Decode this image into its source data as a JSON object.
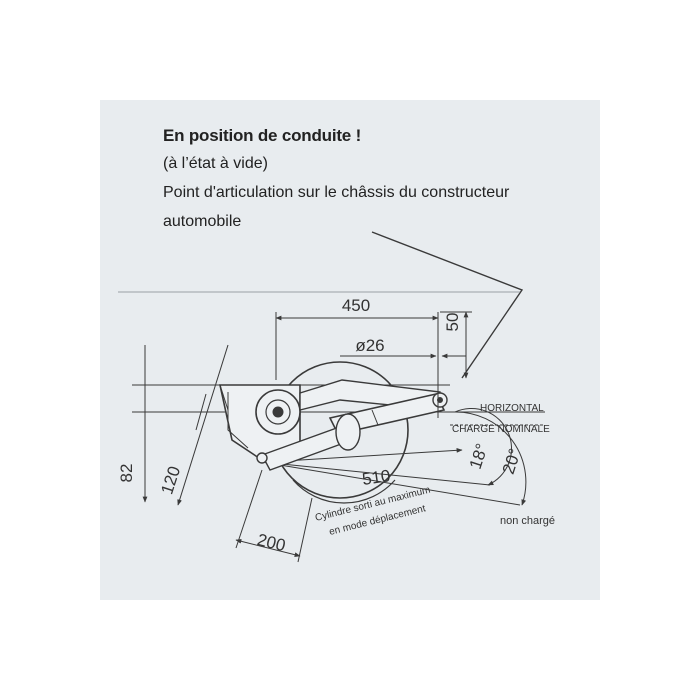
{
  "caption": {
    "title": "En position de conduite !",
    "line1": "(à l’état à vide)",
    "line2": "Point d'articulation sur le châssis du constructeur",
    "line3": "automobile"
  },
  "dimensions": {
    "d450": "450",
    "d50": "50",
    "d26": "ø26",
    "d82": "82",
    "d120": "120",
    "d510": "510",
    "d200": "200",
    "d18": "18°",
    "d20": "20°"
  },
  "labels": {
    "horizontal": "HORIZONTAL",
    "charge": "CHARGE NOMINALE",
    "cyl1": "Cylindre sorti au maximum",
    "cyl2": "en mode déplacement",
    "nocharge": "non chargé"
  },
  "colors": {
    "panel": "#e8ecef",
    "line": "#3a3a3a"
  }
}
